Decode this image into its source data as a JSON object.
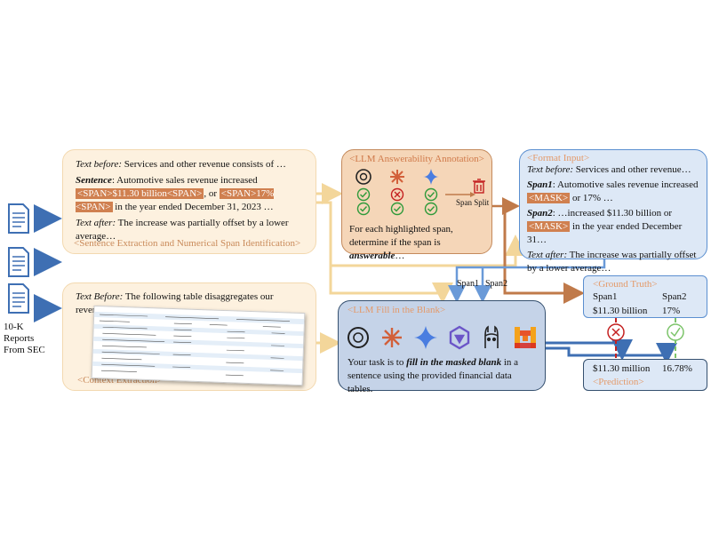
{
  "sec": {
    "label_line1": "10-K",
    "label_line2": "Reports",
    "label_line3": "From SEC"
  },
  "sentence_box": {
    "text_before_label": "Text before:",
    "text_before": " Services and other revenue consists of …",
    "sentence_label": "Sentence",
    "sentence_pre": ": Automotive sales revenue increased",
    "span1": "<SPAN>$11.30 billion<SPAN>",
    "sep": ", or ",
    "span2": "<SPAN>17%<SPAN>",
    "sentence_post": "in the year ended December 31, 2023 …",
    "text_after_label": "Text after:",
    "text_after": " The increase was partially offset by a lower average…",
    "footer": "<Sentence Extraction and Numerical Span Identification>"
  },
  "context_box": {
    "text_before_label": "Text Before:",
    "text_before": " The following table disaggregates our revenue…",
    "footer": "<Context Extraction>"
  },
  "answerability": {
    "title": "<LLM Answerability Annotation>",
    "span_split": "Span Split",
    "desc_pre": "For each highlighted span, determine if the span is ",
    "desc_bold": "answerable",
    "desc_post": "…"
  },
  "format_input": {
    "title": "<Format Input>",
    "text_before_label": "Text before:",
    "text_before": " Services and other revenue…",
    "span1_label": "Span1",
    "span1_pre": ": Automotive sales revenue increased",
    "mask": "<MASK>",
    "span1_post": " or 17% …",
    "span2_label": "Span2",
    "span2_pre": ": …increased $11.30 billion or",
    "span2_post": " in the year ended December 31…",
    "text_after_label": "Text after:",
    "text_after": " The increase was partially offset by a lower average…"
  },
  "fill_blank": {
    "title": "<LLM Fill in the Blank>",
    "desc_pre": "Your task is to ",
    "desc_bold": "fill in the masked blank",
    "desc_post": " in a sentence using the provided financial data tables."
  },
  "arrows": {
    "span1": "Span1",
    "span2": "Span2"
  },
  "ground_truth": {
    "title": "<Ground Truth>",
    "col1": "Span1",
    "col2": "Span2",
    "val1": "$11.30 billion",
    "val2": "17%"
  },
  "prediction": {
    "val1": "$11.30 million",
    "val2": "16.78%",
    "title": "<Prediction>"
  },
  "colors": {
    "orange_fill": "#fdf1df",
    "orange_border": "#f3d9b0",
    "ans_fill": "#f5d6b8",
    "ans_border": "#c48a5c",
    "blue_fill": "#dde8f6",
    "blue_border": "#5b8fd0",
    "dark_blue_fill": "#c5d3e8",
    "dark_blue_border": "#35506f",
    "arrow_blue": "#3e6fb3",
    "arrow_orange": "#c07a4a",
    "arrow_yellow": "#f3d69a",
    "check_green": "#2f9a3a",
    "cross_red": "#c42020"
  }
}
